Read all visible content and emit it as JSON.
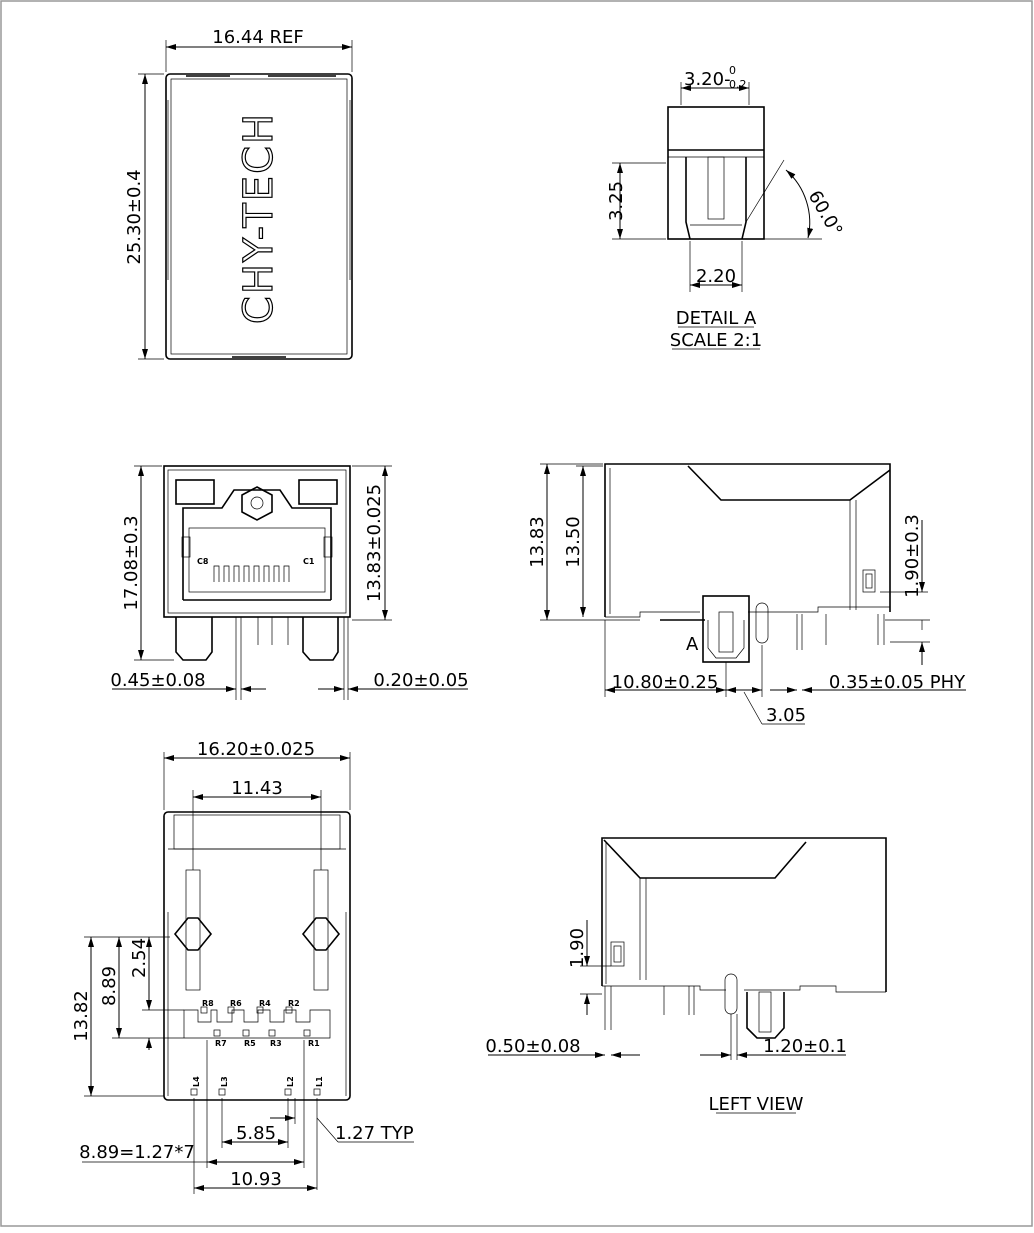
{
  "views": {
    "top": {
      "width_label": "16.44 REF",
      "height_label": "25.30±0.4",
      "brand": "CHY-TECH"
    },
    "detail": {
      "width_label": "3.20-",
      "tol_upper": "0",
      "tol_lower": "0.2",
      "height_label": "3.25",
      "angle_label": "60.0°",
      "base_label": "2.20",
      "title": "DETAIL A",
      "scale": "SCALE 2:1"
    },
    "front": {
      "height_label": "17.08±0.3",
      "body_height_label": "13.83±0.025",
      "pin_width_label": "0.45±0.08",
      "pin_thk_label": "0.20±0.05",
      "c8": "C8",
      "c1": "C1"
    },
    "side": {
      "overall_height": "13.83",
      "body_height": "13.50",
      "led_height": "1.90±0.3",
      "depth_label": "10.80±0.25",
      "pin_offset": "3.05",
      "phy_label": "0.35±0.05 PHY",
      "detail_marker": "A"
    },
    "bottom": {
      "width_label": "16.20±0.025",
      "post_span": "11.43",
      "h1": "13.82",
      "h2": "8.89",
      "h3": "2.54",
      "pitch_label": "8.89=1.27*7",
      "led_span": "5.85",
      "typ_label": "1.27 TYP",
      "row_span": "10.93",
      "pins_top": [
        "R8",
        "R6",
        "R4",
        "R2"
      ],
      "pins_bot": [
        "R7",
        "R5",
        "R3",
        "R1"
      ],
      "leds": [
        "L4",
        "L3",
        "L2",
        "L1"
      ]
    },
    "left": {
      "led_height": "1.90",
      "pin_width": "0.50±0.08",
      "pin_offset": "1.20±0.1",
      "title": "LEFT VIEW"
    }
  }
}
